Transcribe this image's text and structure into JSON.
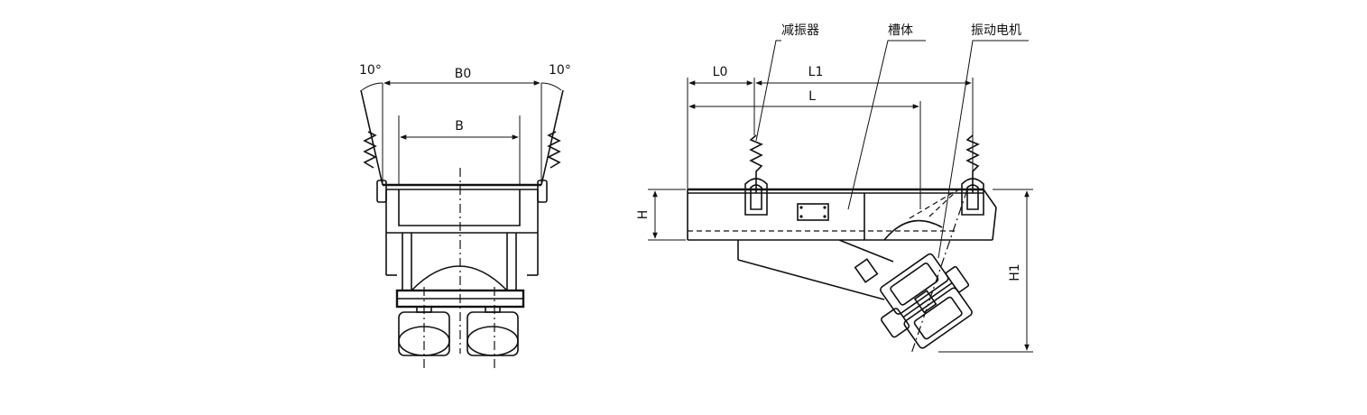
{
  "front_view": {
    "angle_left": "10°",
    "angle_right": "10°",
    "dim_b0": "B0",
    "dim_b": "B"
  },
  "side_view": {
    "callout_damper": "减振器",
    "callout_trough": "槽体",
    "callout_motor": "振动电机",
    "dim_l0": "L0",
    "dim_l1": "L1",
    "dim_l": "L",
    "dim_h": "H",
    "dim_h1": "H1"
  }
}
